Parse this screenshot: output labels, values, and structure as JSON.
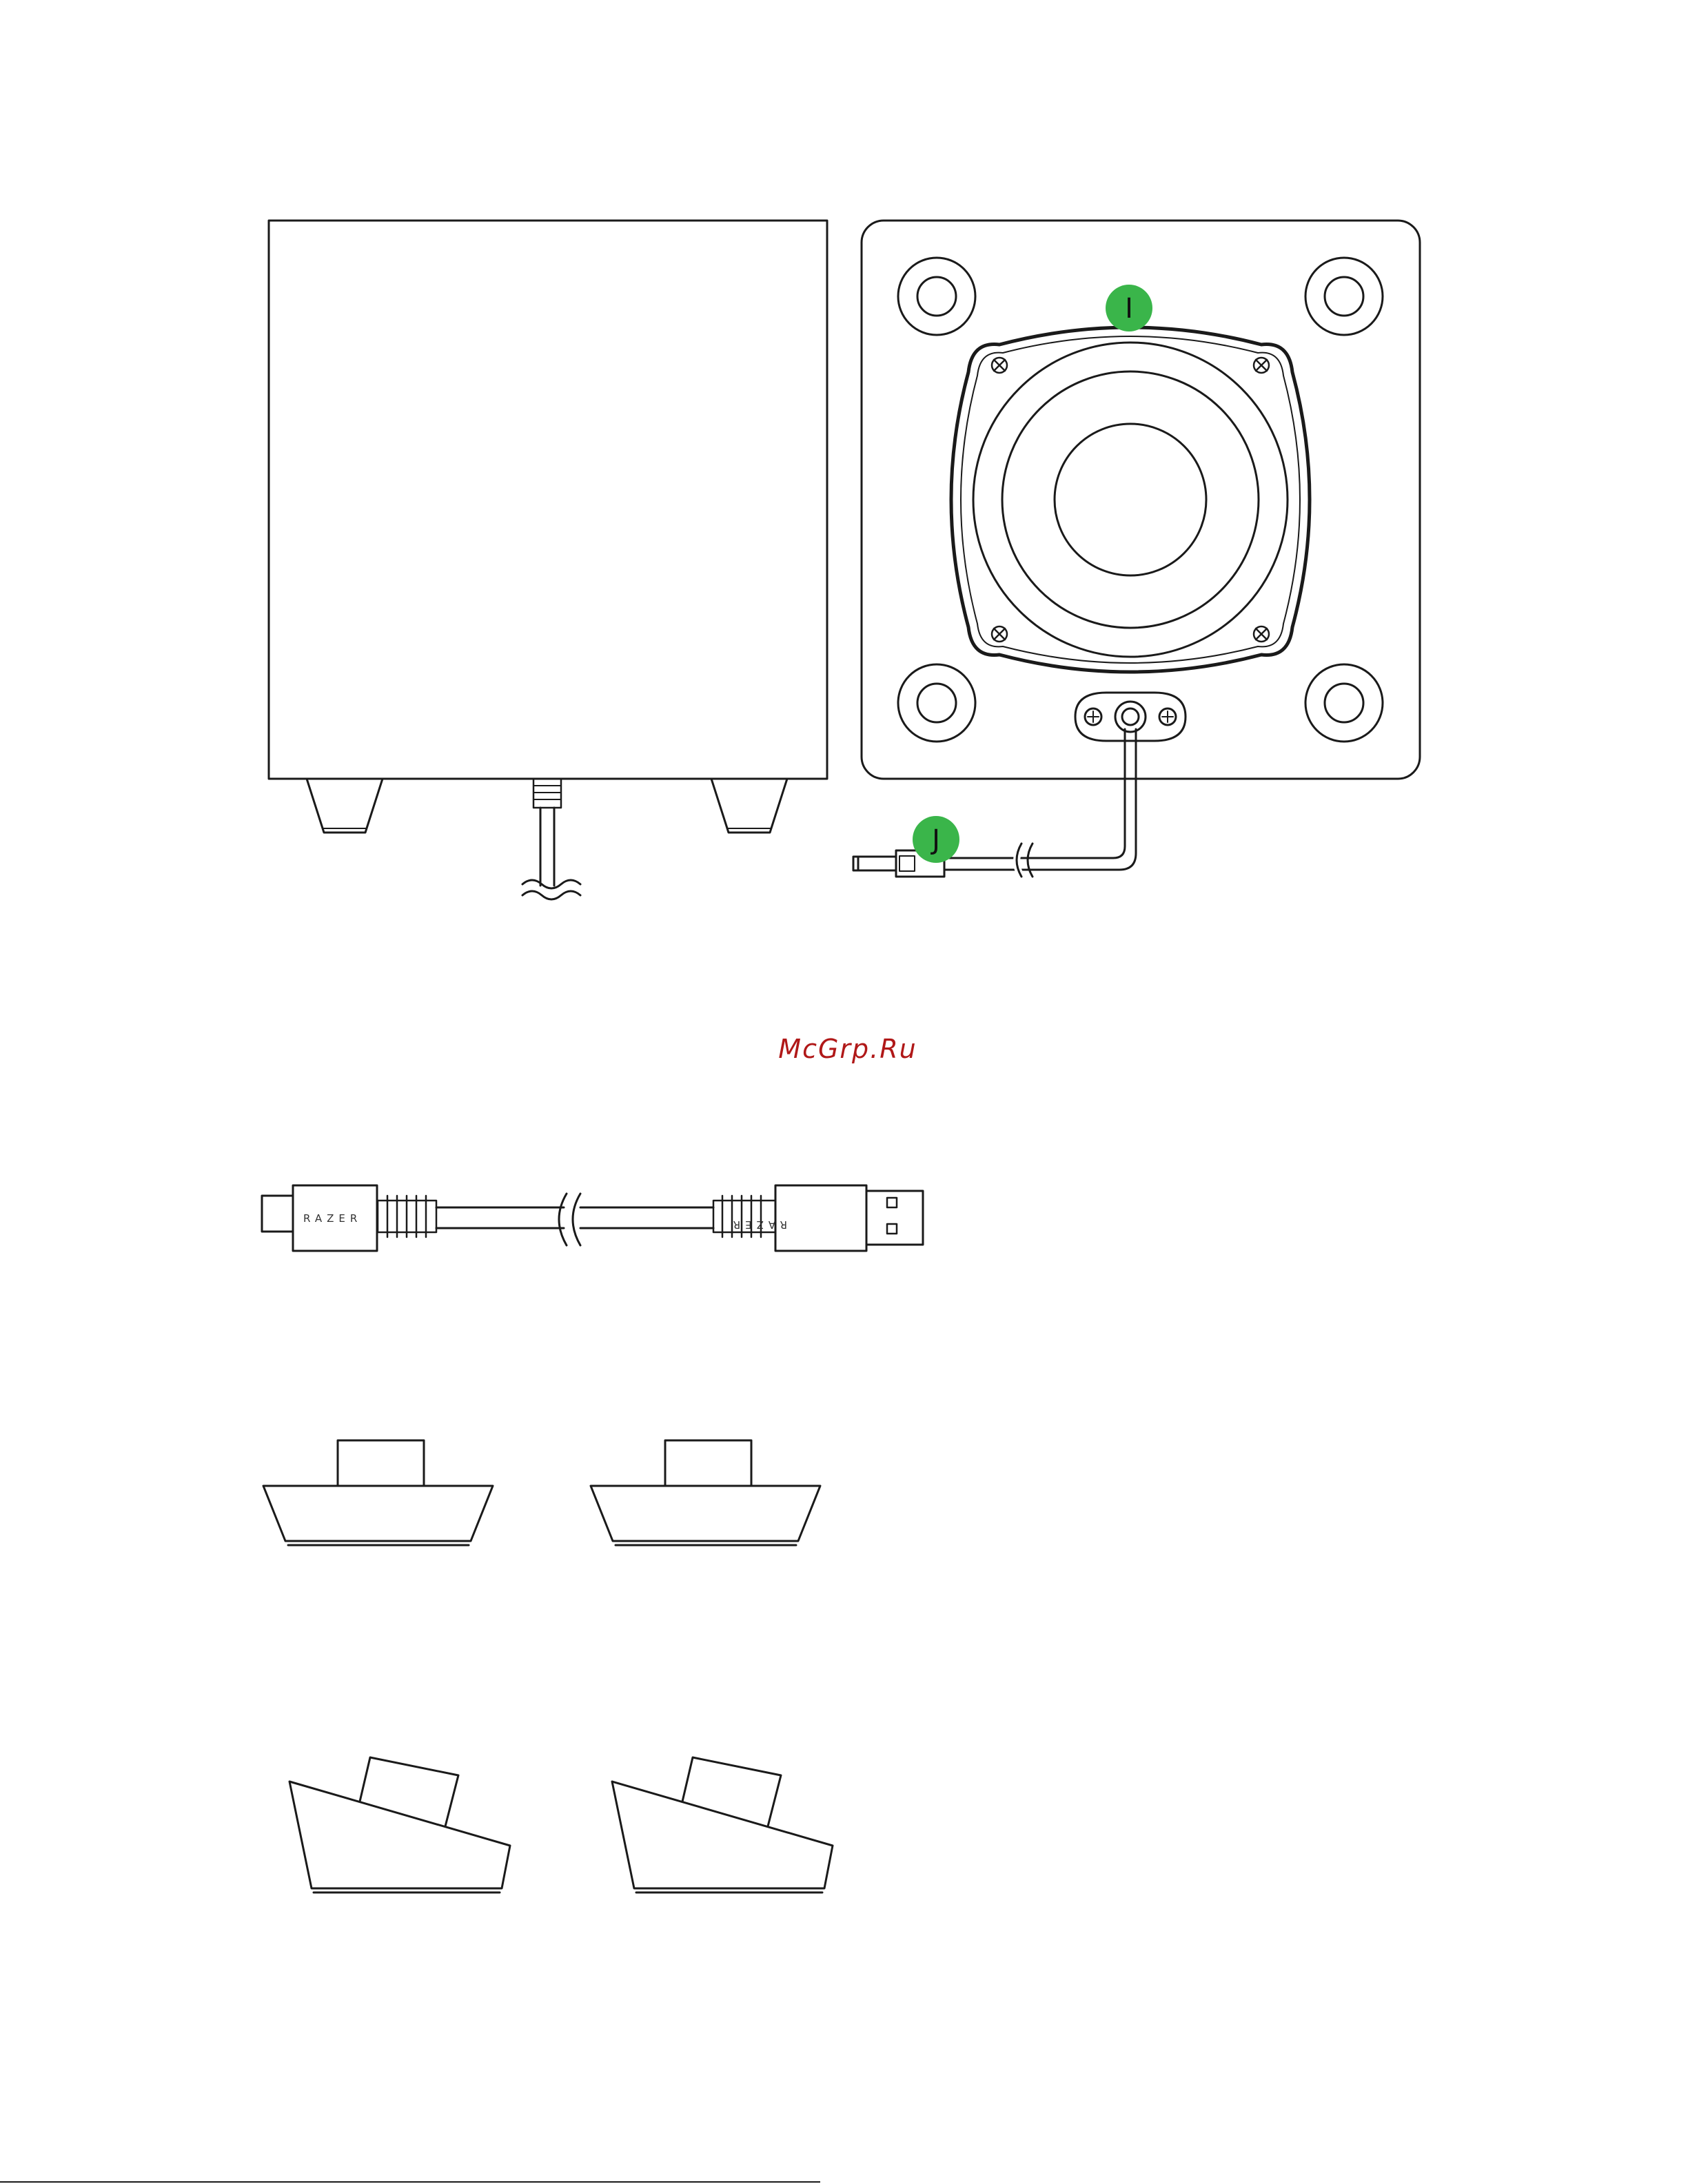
{
  "watermark": "McGrp.Ru",
  "callouts": {
    "driver": "I",
    "connector": "J"
  },
  "cable_logo": "RAZER",
  "colors": {
    "callout": "#3ab54a",
    "watermark": "#b01818",
    "line": "#1a1a1a"
  }
}
